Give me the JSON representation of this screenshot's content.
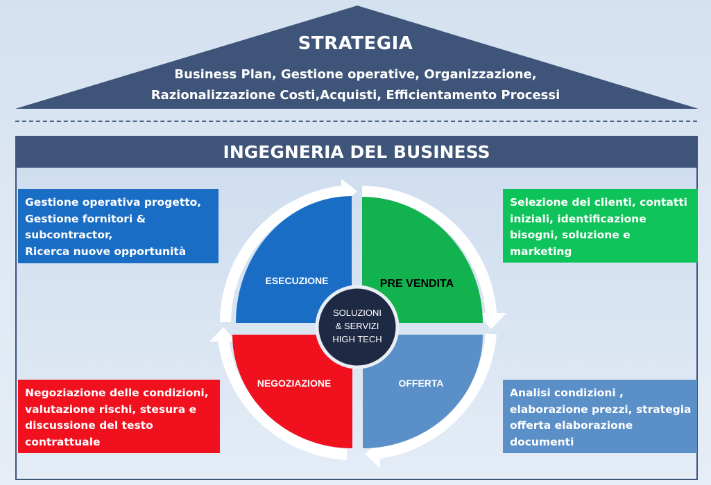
{
  "roof": {
    "title": "STRATEGIA",
    "line1": "Business Plan, Gestione operative, Organizzazione,",
    "line2": "Razionalizzazione Costi,Acquisti, Efficientamento Processi"
  },
  "main": {
    "title": "INGEGNERIA DEL BUSINESS"
  },
  "boxes": {
    "top_left": [
      "Gestione operativa progetto,",
      "Gestione fornitori &",
      "subcontractor,",
      "Ricerca nuove opportunità"
    ],
    "top_right": [
      "Selezione dei clienti, contatti",
      "iniziali, identificazione",
      "bisogni,  soluzione e",
      "marketing"
    ],
    "bottom_left": [
      "Negoziazione delle condizioni,",
      "valutazione rischi, stesura e",
      "discussione del testo",
      "contrattuale"
    ],
    "bottom_right": [
      "Analisi condizioni ,",
      "elaborazione prezzi, strategia",
      "offerta elaborazione",
      "documenti"
    ]
  },
  "wheel": {
    "quadrants": {
      "esecuzione": "ESECUZIONE",
      "pre_vendita": "PRE VENDITA",
      "negoziazione": "NEGOZIAZIONE",
      "offerta": "OFFERTA"
    },
    "center": [
      "SOLUZIONI",
      "& SERVIZI",
      "HIGH TECH"
    ]
  },
  "colors": {
    "roof": "#3e5479",
    "header": "#3e5479",
    "esecuzione": "#1a6dc4",
    "pre_vendita": "#12b34e",
    "negoziazione": "#f0101e",
    "offerta": "#5a8fc8",
    "center": "#1e2a44",
    "box_tr": "#0ec35a"
  }
}
